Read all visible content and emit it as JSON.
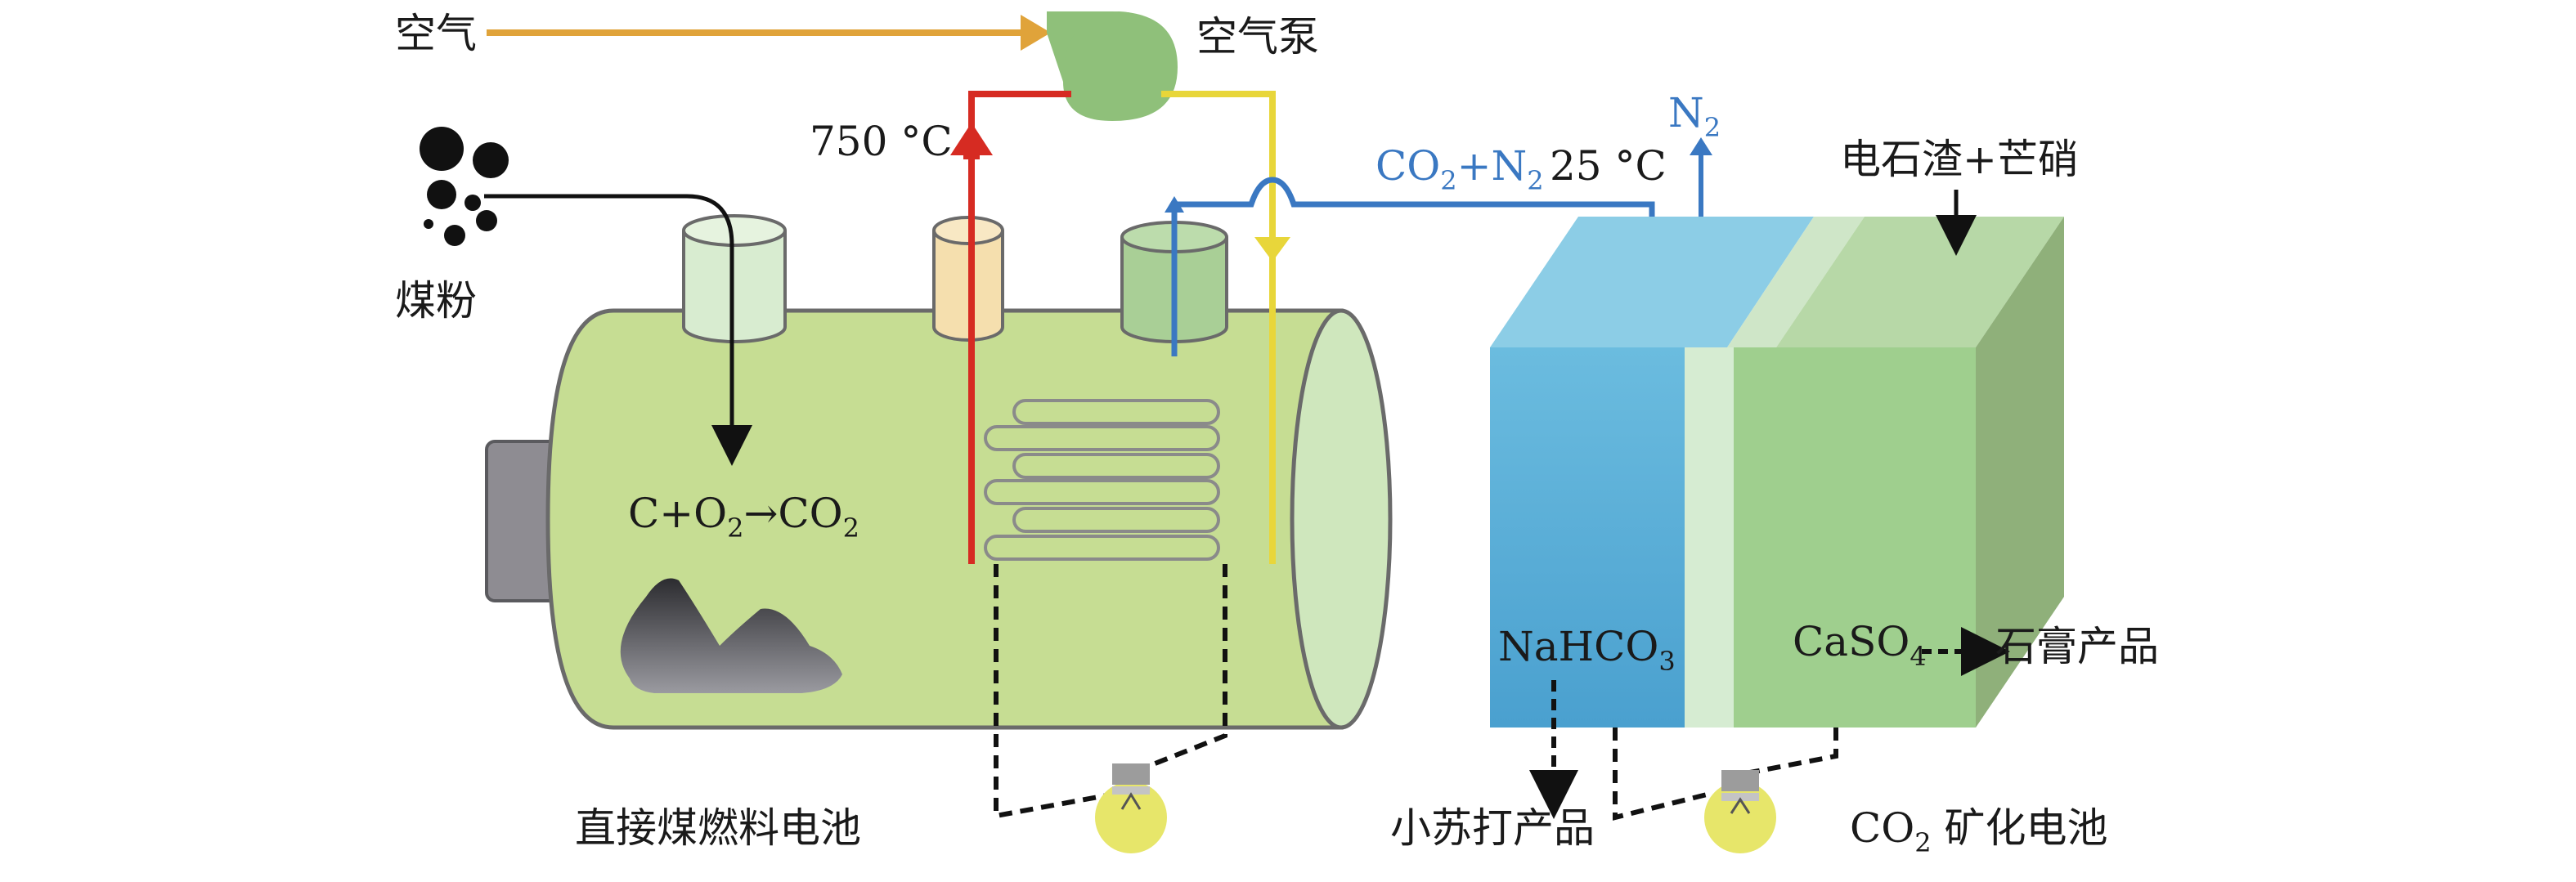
{
  "colors": {
    "air_line": "#e0a33a",
    "pump": "#8fc07a",
    "hot_line": "#d62b22",
    "warm_line": "#e8d63a",
    "gas_line": "#3a78c2",
    "black_line": "#111111",
    "fuel_cell_body": "#c6dd93",
    "fuel_cell_cap": "#cfe7bd",
    "fuel_cell_knob": "#8e8c92",
    "port_left": "#d8ecd0",
    "port_mid": "#f5dfae",
    "port_right": "#a9cf96",
    "min_cell_blue": "#5fb0d6",
    "min_cell_light": "#d6ecd2",
    "min_cell_green": "#9fcf8e",
    "min_cell_green_dark": "#8fb07a",
    "bulb": "#e7e66a",
    "coal": "#3b3b3f"
  },
  "icons": {
    "pump": "air-pump-icon",
    "bulb_left": "light-bulb-icon",
    "bulb_right": "light-bulb-icon",
    "coal_powder": "coal-powder-icon",
    "coal_pile": "coal-pile-icon"
  },
  "labels": {
    "air": "空气",
    "air_pump": "空气泵",
    "coal_powder": "煤粉",
    "temp_hot": "750 °C",
    "reaction": {
      "c_plus_o": "C+O",
      "o_sub": "2",
      "arrow_co": "→CO",
      "co_sub": "2"
    },
    "co2_n2": {
      "co": "CO",
      "co_sub": "2",
      "plus_n": "+N",
      "n_sub": "2"
    },
    "temp_cool": "25 °C",
    "n2": {
      "n": "N",
      "sub": "2"
    },
    "feed": "电石渣+芒硝",
    "nahco3": {
      "main": "NaHCO",
      "sub": "3"
    },
    "caso4": {
      "main": "CaSO",
      "sub": "4"
    },
    "gypsum_product": "石膏产品",
    "fuel_cell_name": "直接煤燃料电池",
    "soda_product": "小苏打产品",
    "mineral_cell_name": {
      "co": "CO",
      "sub": "2",
      "rest": " 矿化电池"
    }
  }
}
